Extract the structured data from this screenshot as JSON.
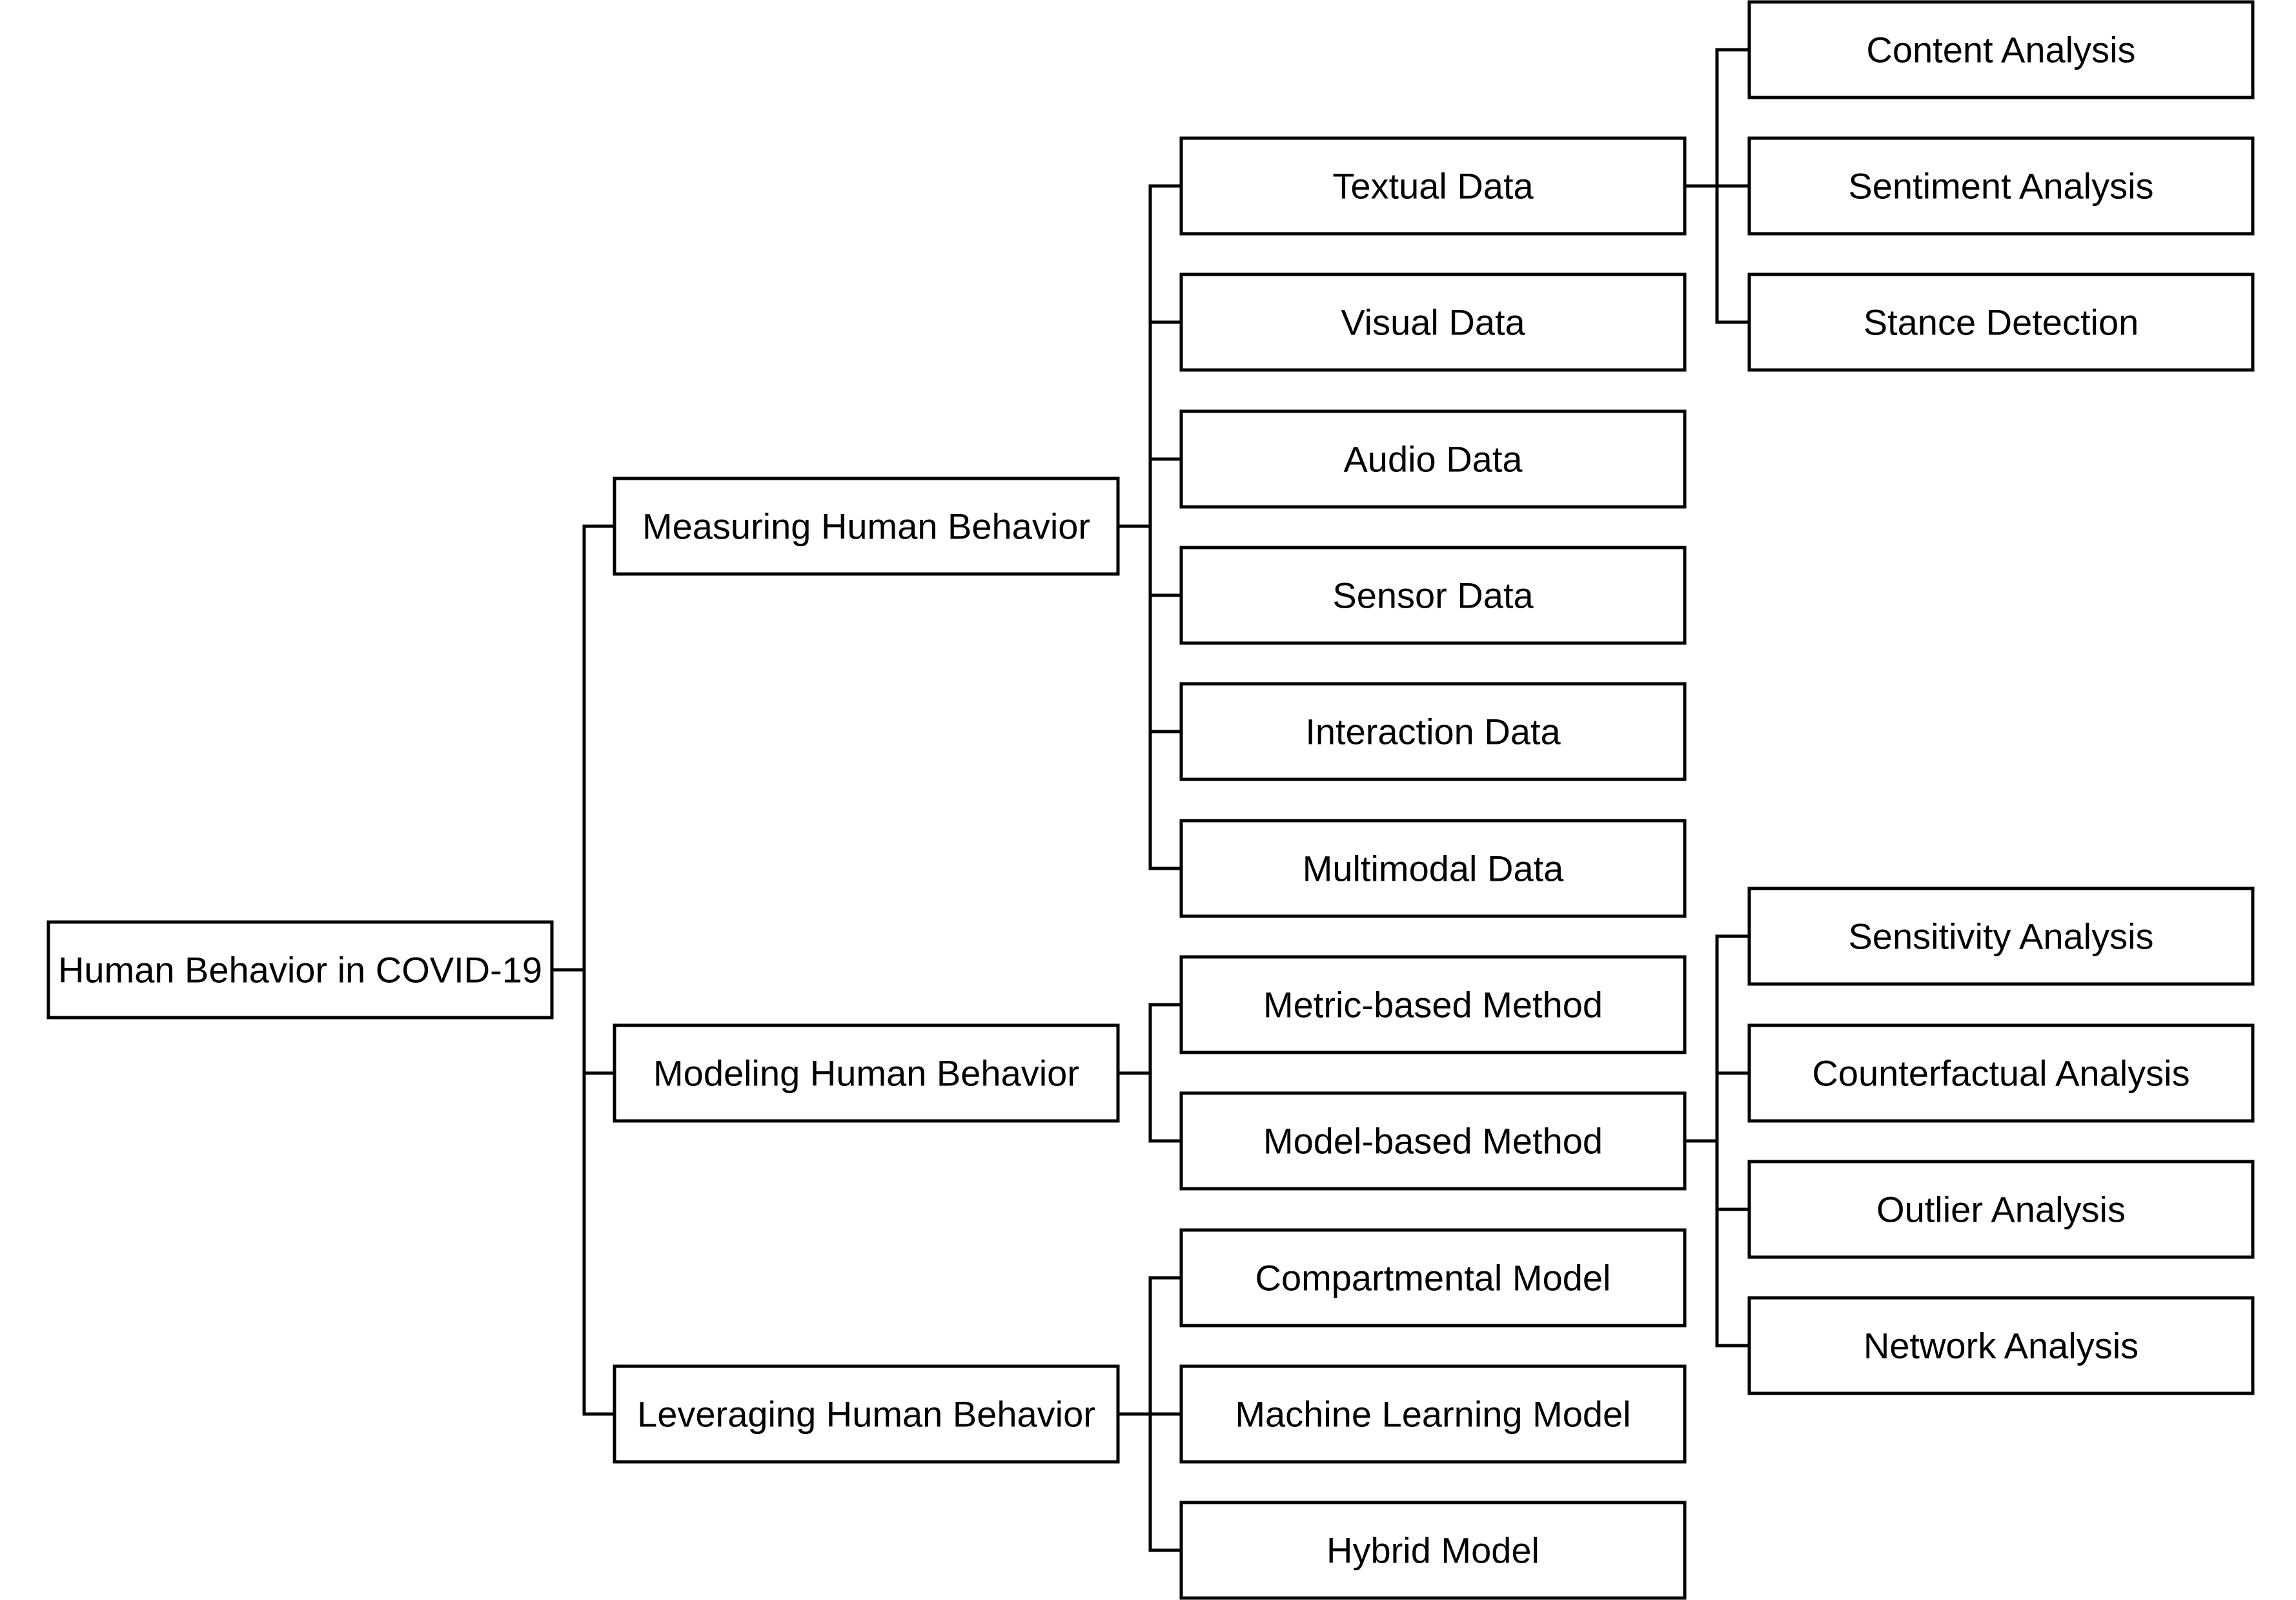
{
  "root": {
    "label": "Human Behavior in COVID-19"
  },
  "branches": {
    "measuring": {
      "label": "Measuring Human Behavior",
      "children": {
        "textual": {
          "label": "Textual Data",
          "children": {
            "content": {
              "label": "Content Analysis"
            },
            "sentiment": {
              "label": "Sentiment Analysis"
            },
            "stance": {
              "label": "Stance Detection"
            }
          }
        },
        "visual": {
          "label": "Visual Data"
        },
        "audio": {
          "label": "Audio Data"
        },
        "sensor": {
          "label": "Sensor Data"
        },
        "interaction": {
          "label": "Interaction Data"
        },
        "multimodal": {
          "label": "Multimodal Data"
        }
      }
    },
    "modeling": {
      "label": "Modeling Human Behavior",
      "children": {
        "metric": {
          "label": "Metric-based Method"
        },
        "model": {
          "label": "Model-based Method",
          "children": {
            "sensitivity": {
              "label": "Sensitivity Analysis"
            },
            "counterfactual": {
              "label": "Counterfactual Analysis"
            },
            "outlier": {
              "label": "Outlier Analysis"
            },
            "network": {
              "label": "Network Analysis"
            }
          }
        }
      }
    },
    "leveraging": {
      "label": "Leveraging Human Behavior",
      "children": {
        "compartmental": {
          "label": "Compartmental Model"
        },
        "ml": {
          "label": "Machine Learning Model"
        },
        "hybrid": {
          "label": "Hybrid Model"
        }
      }
    }
  }
}
